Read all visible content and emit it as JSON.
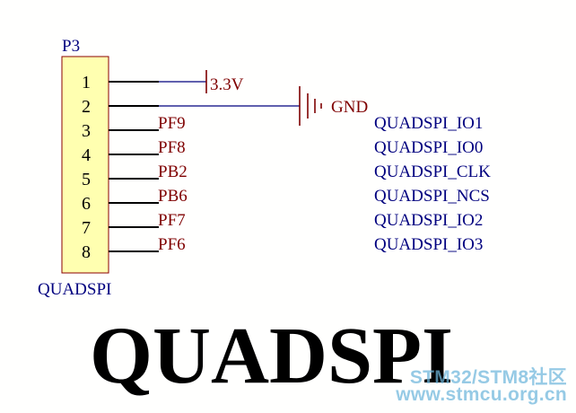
{
  "component": {
    "designator": "P3",
    "comment": "QUADSPI",
    "pins": [
      {
        "number": "1",
        "net": "",
        "port": ""
      },
      {
        "number": "2",
        "net": "",
        "port": ""
      },
      {
        "number": "3",
        "net": "PF9",
        "port": "QUADSPI_IO1"
      },
      {
        "number": "4",
        "net": "PF8",
        "port": "QUADSPI_IO0"
      },
      {
        "number": "5",
        "net": "PB2",
        "port": "QUADSPI_CLK"
      },
      {
        "number": "6",
        "net": "PB6",
        "port": "QUADSPI_NCS"
      },
      {
        "number": "7",
        "net": "PF7",
        "port": "QUADSPI_IO2"
      },
      {
        "number": "8",
        "net": "PF6",
        "port": "QUADSPI_IO3"
      }
    ]
  },
  "power": {
    "label": "3.3V"
  },
  "ground": {
    "label": "GND"
  },
  "title": "QUADSPI",
  "watermark": {
    "line1": "STM32/STM8社区",
    "line2": "www.stmcu.org.cn"
  },
  "colors": {
    "body_fill": "#ffffb0",
    "body_stroke": "#8b0000",
    "wire": "#00007f",
    "pin_line": "#000000",
    "power_symbol": "#7f0000",
    "net_label": "#7f0000",
    "port_label": "#00007f"
  }
}
